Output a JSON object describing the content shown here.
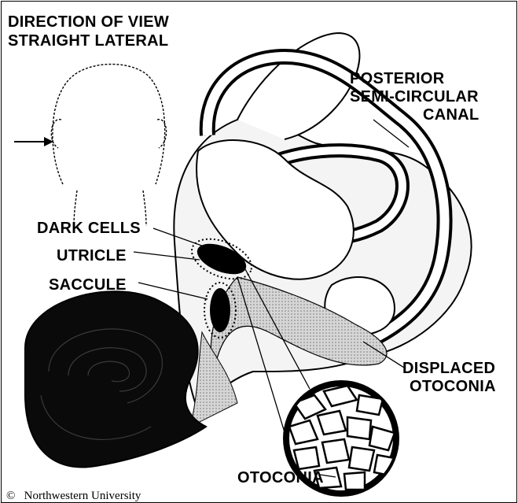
{
  "heading": {
    "line1": "DIRECTION OF VIEW",
    "line2": "STRAIGHT LATERAL"
  },
  "labels": {
    "posterior_line1": "POSTERIOR",
    "posterior_line2": "SEMI-CIRCULAR",
    "posterior_line3": "CANAL",
    "dark_cells": "DARK CELLS",
    "utricle": "UTRICLE",
    "saccule": "SACCULE",
    "displaced_line1": "DISPLACED",
    "displaced_line2": "OTOCONIA",
    "otoconia": "OTOCONIA"
  },
  "copyright": {
    "symbol": "©",
    "text": "Northwestern University"
  },
  "colors": {
    "ink": "#000000",
    "shading": "#bdbdbd",
    "background": "#ffffff"
  }
}
